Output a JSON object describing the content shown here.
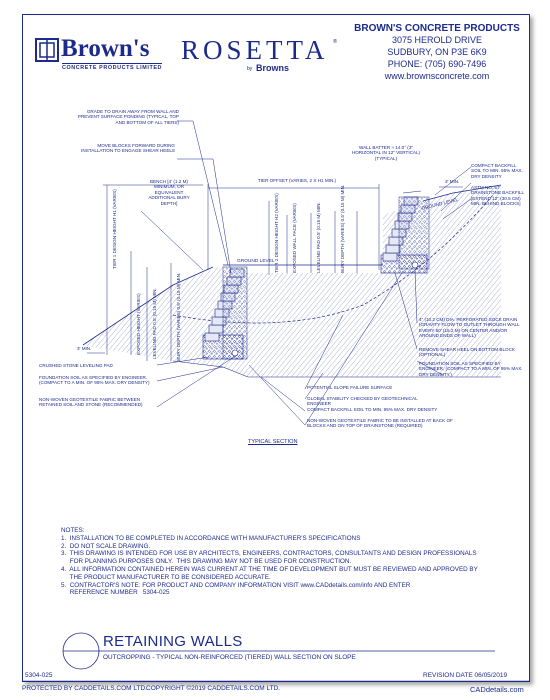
{
  "logo": {
    "brand": "Brown's",
    "brand_sub": "CONCRETE PRODUCTS LIMITED",
    "rosetta": "ROSETTA",
    "rosetta_tm": "®",
    "rosetta_by": "by",
    "rosetta_browns": "Browns"
  },
  "company": {
    "name": "BROWN'S CONCRETE PRODUCTS",
    "street": "3075 HEROLD DRIVE",
    "city": "SUDBURY, ON P3E 6K9",
    "phone": "PHONE: (705) 690-7496",
    "web": "www.brownsconcrete.com"
  },
  "labels": {
    "grade": "GRADE TO DRAIN AWAY FROM WALL AND PREVENT SURFACE PONDING (TYPICAL, TOP AND BOTTOM OF ALL TIERS)",
    "move_blocks": "MOVE BLOCKS FORWARD DURING INSTALLATION TO ENGAGE SHEAR HEELS",
    "bench": "BENCH [4' (1.2 M) MINIMUM, OR EQUIVALENT ADDITIONAL BURY DEPTH]",
    "tier_offset": "TIER OFFSET (VARIES, 2 X H1 MIN.)",
    "tier1_height": "TIER 1 DESIGN HEIGHT H1 (VARIES)",
    "tier2_height": "TIER 2 DESIGN HEIGHT H2 (VARIES)",
    "exposed_face_2": "EXPOSED WALL FACE (VARIES)",
    "leveling_pad_2": "LEVELING PAD 0.5' (0.15 M) MIN.",
    "bury_depth_2": "BURY DEPTH (VARIES) 0.5' (0.15 M) MIN.",
    "ground_level_1": "GROUND LEVEL",
    "ground_level_2": "GROUND LEVEL",
    "exposed_height_1": "EXPOSED HEIGHT (VARIES)",
    "leveling_pad_1": "LEVELING PAD 0.5' (0.15 M) MIN.",
    "bury_depth_1": "BURY DEPTH (VARIES) 0.5' (0.15 M) MIN.",
    "three_min_1": "3' MIN.",
    "three_min_2": "3' MIN.",
    "wall_batter": "WALL BATTER ≈ 14.0° (3\" HORIZONTAL IN 12\" VERTICAL) (TYPICAL)",
    "compact_backfill_top": "COMPACT BACKFILL SOIL TO MIN. 95% MAX. DRY DENSITY",
    "astm": "ASTM NO. 57 DRAINSTONE BACKFILL [EXTEND 12\" (30.5 CM) MIN. BEHIND BLOCKS]",
    "sock_drain": "4\" (10.2 CM) DIA. PERFORATED SOCK DRAIN (GRAVITY FLOW TO OUTLET THROUGH WALL EVERY 50' (15.2 M) ON CENTER AND/OR AROUND ENDS OF WALL)",
    "remove_shear": "REMOVE SHEAR HEEL ON BOTTOM BLOCK (OPTIONAL)",
    "foundation_right": "FOUNDATION SOIL AS SPECIFIED BY ENGINEER, (COMPACT TO A MIN. OF 95% MAX. DRY DENSITY.)",
    "crushed_stone": "CRUSHED STONE LEVELING PAD",
    "foundation_left": "FOUNDATION SOIL AS SPECIFIED BY ENGINEER. (COMPACT TO A MIN. OF 95% MAX. DRY DENSITY)",
    "geotextile_left": "NON-WOVEN GEOTEXTILE FABRIC BETWEEN RETAINED SOIL AND STONE (RECOMMENDED)",
    "failure_surface": "POTENTIAL SLOPE FAILURE SURFACE",
    "global_stability": "GLOBAL STABILITY CHECKED BY GEOTECHNICAL ENGINEER",
    "compact_backfill_bottom": "COMPACT BACKFILL SOIL TO MIN. 95% MAX. DRY DENSITY",
    "geotextile_bottom": "NON-WOVEN GEOTEXTILE FABRIC TO BE INSTALLED AT BACK OF BLOCKS AND ON TOP OF DRAINSTONE (REQUIRED)",
    "typical_section": "TYPICAL SECTION"
  },
  "notes": {
    "heading": "NOTES:",
    "items": [
      "1.  INSTALLATION TO BE COMPLETED IN ACCORDANCE WITH MANUFACTURER'S SPECIFICATIONS",
      "2.  DO NOT SCALE DRAWING.",
      "3.  THIS DRAWING IS INTENDED FOR USE BY ARCHITECTS, ENGINEERS, CONTRACTORS, CONSULTANTS AND DESIGN PROFESSIONALS",
      "     FOR PLANNING PURPOSES ONLY.  THIS DRAWING MAY NOT BE USED FOR CONSTRUCTION.",
      "4.  ALL INFORMATION CONTAINED HEREIN WAS CURRENT AT THE TIME OF DEVELOPMENT BUT MUST BE REVIEWED AND APPROVED BY",
      "     THE PRODUCT MANUFACTURER TO BE CONSIDERED ACCURATE.",
      "5.  CONTRACTOR'S NOTE: FOR PRODUCT AND COMPANY INFORMATION VISIT www.CADdetails.com/info AND ENTER",
      "     REFERENCE NUMBER   5304-025"
    ]
  },
  "title": {
    "main": "RETAINING WALLS",
    "sub": "OUTCROPPING - TYPICAL NON-REINFORCED (TIERED) WALL SECTION ON SLOPE"
  },
  "footer": {
    "ref": "5304-025",
    "revision": "REVISION DATE  06/05/2019",
    "protected": "PROTECTED BY CADDETAILS.COM LTD.",
    "copyright": "COPYRIGHT ©2019 CADDETAILS.COM LTD.",
    "site": "CADdetails.com"
  }
}
